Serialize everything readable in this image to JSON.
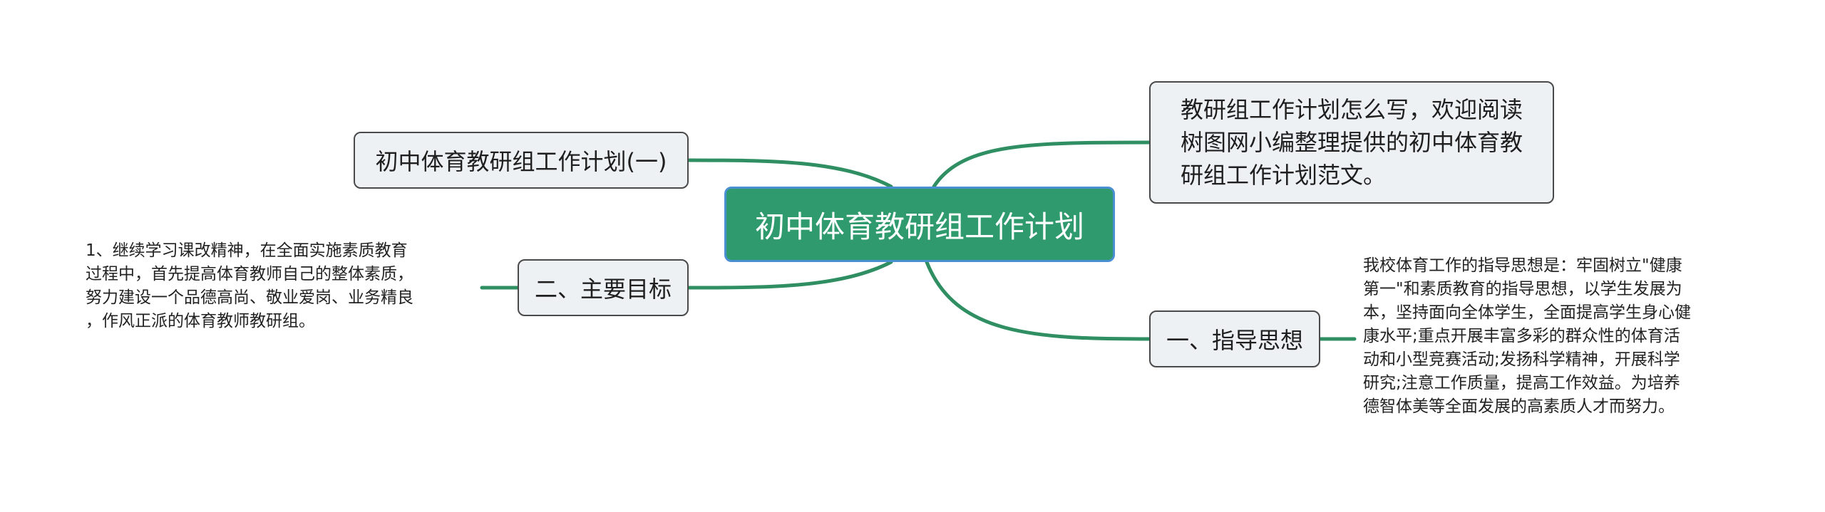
{
  "colors": {
    "connector": "#2f8f63",
    "root_fill": "#2f9a6d",
    "root_border": "#4a8fd2",
    "node_fill": "#eef1f4",
    "node_border": "#4a4a4a"
  },
  "root": {
    "label": "初中体育教研组工作计划"
  },
  "branches": {
    "intro": {
      "label": "教研组工作计划怎么写，欢迎阅读\n树图网小编整理提供的初中体育教\n研组工作计划范文。"
    },
    "plan1": {
      "label": "初中体育教研组工作计划(一)"
    },
    "goals": {
      "label": "二、主要目标",
      "detail": "1、继续学习课改精神，在全面实施素质教育\n过程中，首先提高体育教师自己的整体素质，\n努力建设一个品德高尚、敬业爱岗、业务精良\n，作风正派的体育教师教研组。"
    },
    "guide": {
      "label": "一、指导思想",
      "detail": "我校体育工作的指导思想是：牢固树立\"健康\n第一\"和素质教育的指导思想，以学生发展为\n本，坚持面向全体学生，全面提高学生身心健\n康水平;重点开展丰富多彩的群众性的体育活\n动和小型竞赛活动;发扬科学精神，开展科学\n研究;注意工作质量，提高工作效益。为培养\n德智体美等全面发展的高素质人才而努力。"
    }
  }
}
